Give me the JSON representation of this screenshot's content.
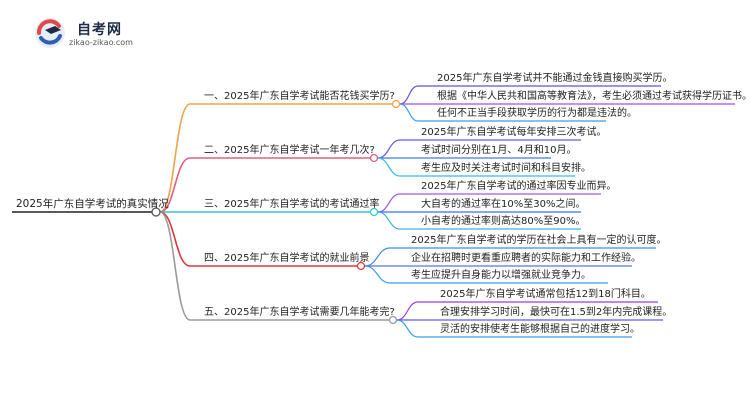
{
  "logo": {
    "title": "自考网",
    "url": "zikao-zikao.com"
  },
  "root": "2025年广东自学考试的真实情况",
  "colors": {
    "root_line": "#222222",
    "branches": [
      "#f0a24a",
      "#e0607a",
      "#36c7c7",
      "#d63a3a",
      "#9a9a9a"
    ],
    "leaf_lines": [
      "#6e4bd8",
      "#a050e0",
      "#3a9ee8",
      "#5b5ee8",
      "#3c7cf2",
      "#3cb8e8",
      "#9b5de5",
      "#3c6ef0",
      "#3cb4e0",
      "#3c8ef0",
      "#5b72f0",
      "#3c9ae8",
      "#9a3fe0",
      "#5b5ee8",
      "#3a9ee8"
    ]
  },
  "branches": [
    {
      "label": "一、2025年广东自学考试能否花钱买学历?",
      "leaves": [
        "2025年广东自学考试并不能通过金钱直接购买学历。",
        "根据《中华人民共和国高等教育法》，考生必须通过考试获得学历证书。",
        "任何不正当手段获取学历的行为都是违法的。"
      ]
    },
    {
      "label": "二、2025年广东自学考试一年考几次?",
      "leaves": [
        "2025年广东自学考试每年安排三次考试。",
        "考试时间分别在1月、4月和10月。",
        "考生应及时关注考试时间和科目安排。"
      ]
    },
    {
      "label": "三、2025年广东自学考试的考试通过率",
      "leaves": [
        "2025年广东自学考试的通过率因专业而异。",
        "大自考的通过率在10%至30%之间。",
        "小自考的通过率则高达80%至90%。"
      ]
    },
    {
      "label": "四、2025年广东自学考试的就业前景",
      "leaves": [
        "2025年广东自学考试的学历在社会上具有一定的认可度。",
        "企业在招聘时更看重应聘者的实际能力和工作经验。",
        "考生应提升自身能力以增强就业竞争力。"
      ]
    },
    {
      "label": "五、2025年广东自学考试需要几年能考完?",
      "leaves": [
        "2025年广东自学考试通常包括12到18门科目。",
        "合理安排学习时间，最快可在1.5到2年内完成课程。",
        "灵活的安排使考生能够根据自己的进度学习。"
      ]
    }
  ]
}
